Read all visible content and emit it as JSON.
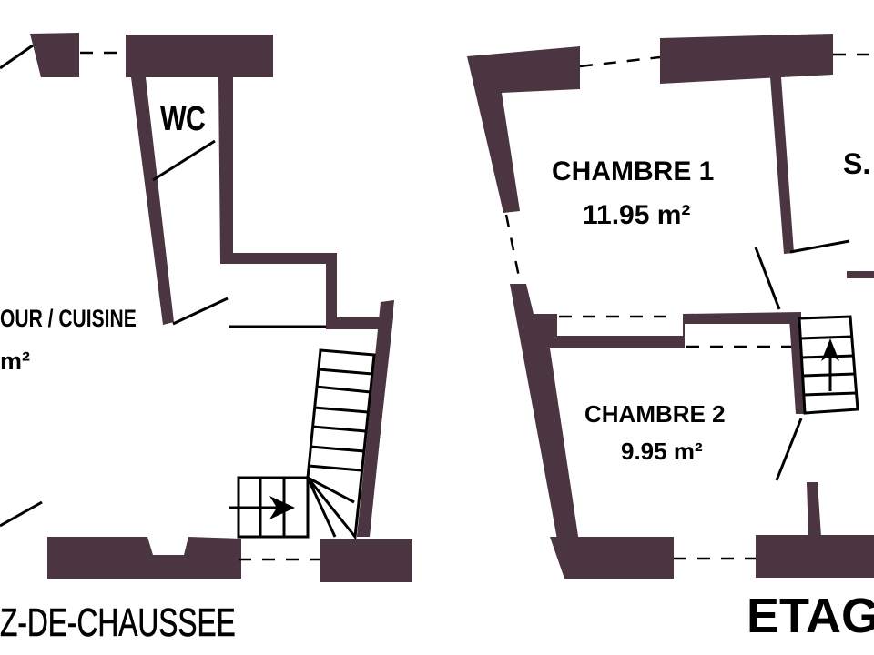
{
  "colors": {
    "wall": "#4a3541",
    "line": "#000000",
    "background": "#ffffff"
  },
  "ground_floor": {
    "title": "Z-DE-CHAUSSEE",
    "rooms": [
      {
        "name": "WC"
      },
      {
        "name": "OUR / CUISINE",
        "area": "m²"
      }
    ]
  },
  "upper_floor": {
    "title": "ETAG",
    "rooms": [
      {
        "name": "CHAMBRE 1",
        "area": "11.95 m²"
      },
      {
        "name": "S."
      },
      {
        "name": "CHAMBRE 2",
        "area": "9.95 m²"
      }
    ]
  }
}
